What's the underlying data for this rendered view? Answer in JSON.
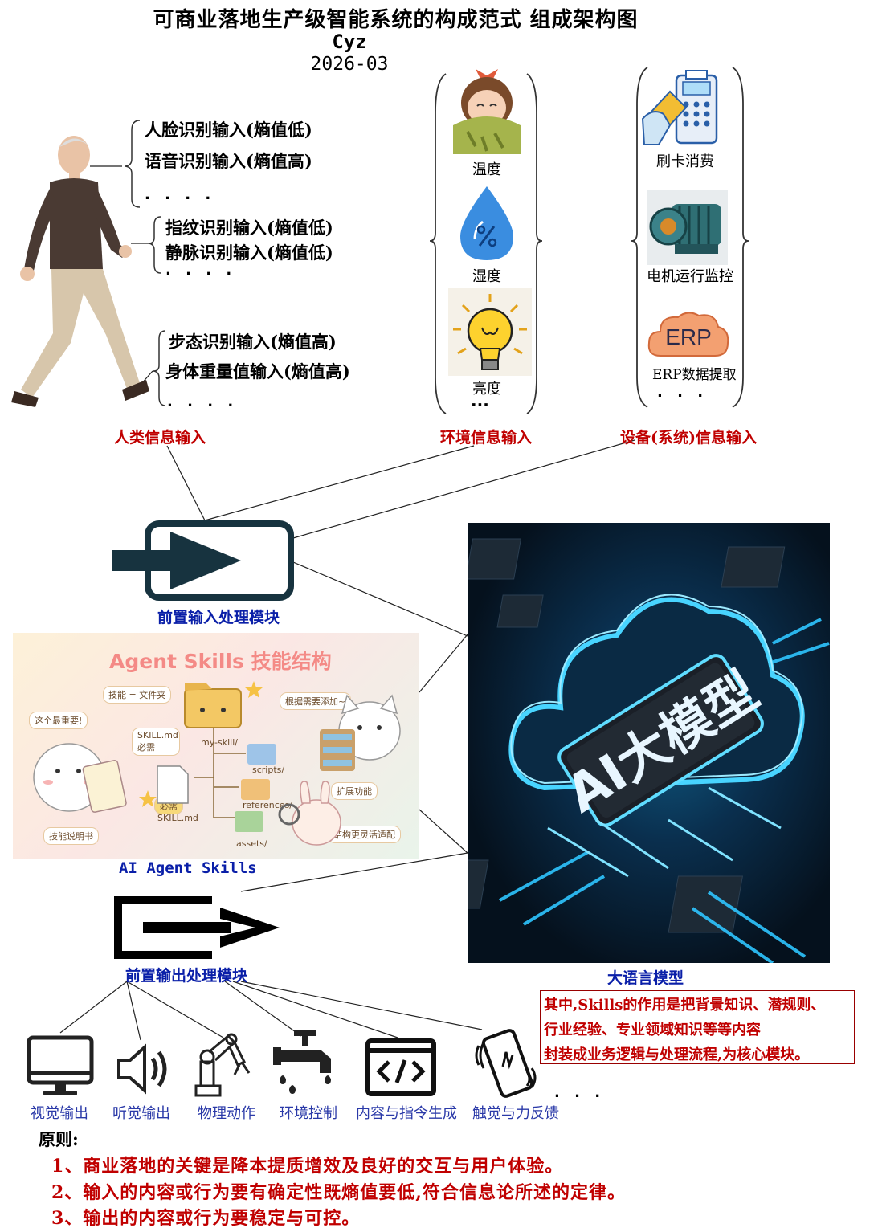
{
  "header": {
    "title": "可商业落地生产级智能系统的构成范式 组成架构图",
    "author": "Cyz",
    "date": "2026-03"
  },
  "human_inputs": {
    "group1": [
      "人脸识别输入(熵值低)",
      "语音识别输入(熵值高)"
    ],
    "group2": [
      "指纹识别输入(熵值低)",
      "静脉识别输入(熵值低)"
    ],
    "group3": [
      "步态识别输入(熵值高)",
      "身体重量值输入(熵值高)"
    ],
    "ellipsis": ". . . ."
  },
  "environment": {
    "items": [
      "温度",
      "湿度",
      "亮度"
    ],
    "ellipsis": "···"
  },
  "device": {
    "items": [
      "刷卡消费",
      "电机运行监控",
      "ERP数据提取"
    ],
    "erp_logo": "ERP",
    "ellipsis": ". . ."
  },
  "section_labels": {
    "human": "人类信息输入",
    "environment": "环境信息输入",
    "device": "设备(系统)信息输入"
  },
  "modules": {
    "input": "前置输入处理模块",
    "skills": "AI Agent Skills",
    "output": "前置输出处理模块",
    "llm": "大语言模型"
  },
  "agent_image": {
    "title": "Agent Skills 技能结构",
    "tags": [
      "技能 = 文件夹",
      "根据需要添加~",
      "这个最重要!",
      "SKILL.md 必需",
      "my-skill/",
      "scripts/",
      "references/",
      "assets/",
      "必需",
      "SKILL.md",
      "扩展功能",
      "技能说明书",
      "结构更灵活适配"
    ]
  },
  "ai_image": {
    "text": "AI大模型"
  },
  "note": [
    "其中,Skills的作用是把背景知识、潜规则、",
    "行业经验、专业领域知识等等内容",
    "封装成业务逻辑与处理流程,为核心模块。"
  ],
  "outputs": {
    "items": [
      "视觉输出",
      "听觉输出",
      "物理动作",
      "环境控制",
      "内容与指令生成",
      "触觉与力反馈"
    ],
    "ellipsis": ". . ."
  },
  "principles": {
    "label": "原则:",
    "items": [
      "1、商业落地的关键是降本提质增效及良好的交互与用户体验。",
      "2、输入的内容或行为要有确定性既熵值要低,符合信息论所述的定律。",
      "3、输出的内容或行为要稳定与可控。"
    ]
  },
  "colors": {
    "red": "#c00000",
    "blue": "#0a1fa8",
    "dark": "#17333f",
    "cyan": "#2ec5ff"
  }
}
